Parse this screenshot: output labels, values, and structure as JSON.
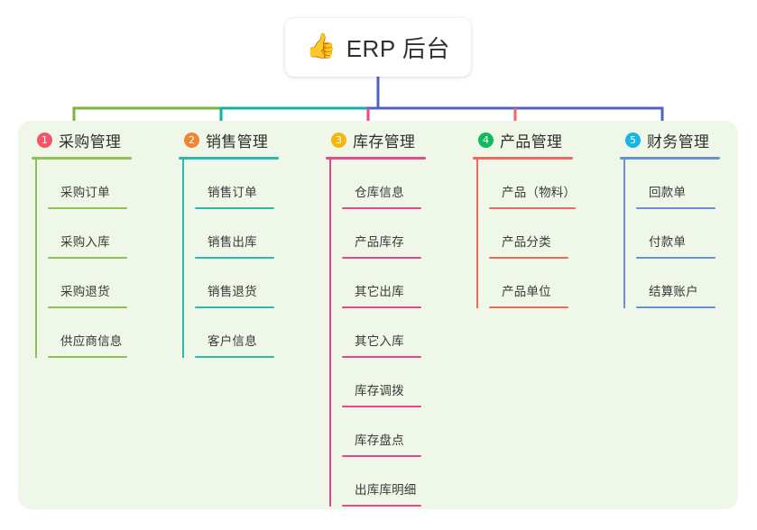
{
  "diagram": {
    "type": "mindmap",
    "title": "ERP 后台",
    "root": {
      "label": "ERP 后台",
      "icon": "thumbs-up-emoji",
      "emoji": "👍"
    },
    "palette": {
      "panel_background": "#eff7e9",
      "page_background": "#ffffff",
      "root_box_background": "#ffffff",
      "root_text": "#303133",
      "leaf_text": "#3a3a3a"
    },
    "branches": [
      {
        "index": "1",
        "label": "采购管理",
        "badge_color": "#f6546a",
        "line_color": "#8cc152",
        "connector_color": "#7cb342",
        "items": [
          {
            "label": "采购订单"
          },
          {
            "label": "采购入库"
          },
          {
            "label": "采购退货"
          },
          {
            "label": "供应商信息"
          }
        ]
      },
      {
        "index": "2",
        "label": "销售管理",
        "badge_color": "#f08434",
        "line_color": "#2bbbad",
        "connector_color": "#0fb3a2",
        "items": [
          {
            "label": "销售订单"
          },
          {
            "label": "销售出库"
          },
          {
            "label": "销售退货"
          },
          {
            "label": "客户信息"
          }
        ]
      },
      {
        "index": "3",
        "label": "库存管理",
        "badge_color": "#f5b60d",
        "line_color": "#e8468f",
        "connector_color": "#e8468f",
        "items": [
          {
            "label": "仓库信息"
          },
          {
            "label": "产品库存"
          },
          {
            "label": "其它出库"
          },
          {
            "label": "其它入库"
          },
          {
            "label": "库存调拨"
          },
          {
            "label": "库存盘点"
          },
          {
            "label": "出库库明细"
          }
        ]
      },
      {
        "index": "4",
        "label": "产品管理",
        "badge_color": "#0dbc58",
        "line_color": "#f4665c",
        "connector_color": "#f4665c",
        "items": [
          {
            "label": "产品（物料）"
          },
          {
            "label": "产品分类"
          },
          {
            "label": "产品单位"
          }
        ]
      },
      {
        "index": "5",
        "label": "财务管理",
        "badge_color": "#15b4e9",
        "line_color": "#6b8fd4",
        "connector_color": "#5161c4",
        "items": [
          {
            "label": "回款单"
          },
          {
            "label": "付款单"
          },
          {
            "label": "结算账户"
          }
        ]
      }
    ]
  }
}
